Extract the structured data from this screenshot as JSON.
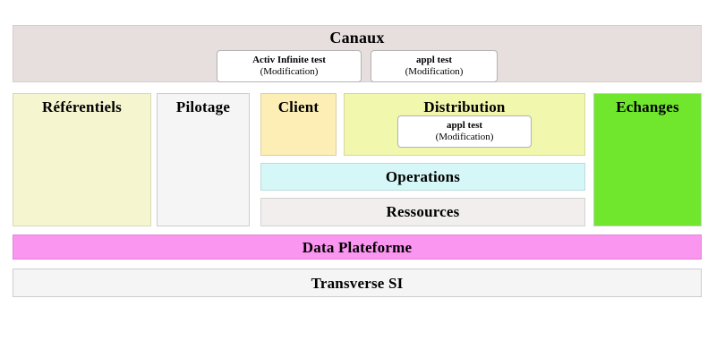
{
  "diagram": {
    "bands": {
      "canaux": {
        "title": "Canaux",
        "color": "#E7DEDE",
        "apps": [
          {
            "name": "Activ Infinite test",
            "state": "(Modification)"
          },
          {
            "name": "appl test",
            "state": "(Modification)"
          }
        ]
      },
      "referentiels": {
        "title": "Référentiels",
        "color": "#F5F5D0",
        "apps": []
      },
      "pilotage": {
        "title": "Pilotage",
        "color": "#F5F5F5",
        "apps": []
      },
      "client": {
        "title": "Client",
        "color": "#FCEEB4",
        "apps": []
      },
      "distribution": {
        "title": "Distribution",
        "color": "#F2F7AE",
        "apps": [
          {
            "name": "appl test",
            "state": "(Modification)"
          }
        ]
      },
      "operations": {
        "title": "Operations",
        "color": "#D6F7F7",
        "apps": []
      },
      "ressources": {
        "title": "Ressources",
        "color": "#F2EEEE",
        "apps": []
      },
      "echanges": {
        "title": "Echanges",
        "color": "#70E62D",
        "apps": []
      },
      "dataplateforme": {
        "title": "Data Plateforme",
        "color": "#FA96F0",
        "apps": []
      },
      "transverse": {
        "title": "Transverse SI",
        "color": "#F5F5F5",
        "apps": []
      }
    }
  }
}
